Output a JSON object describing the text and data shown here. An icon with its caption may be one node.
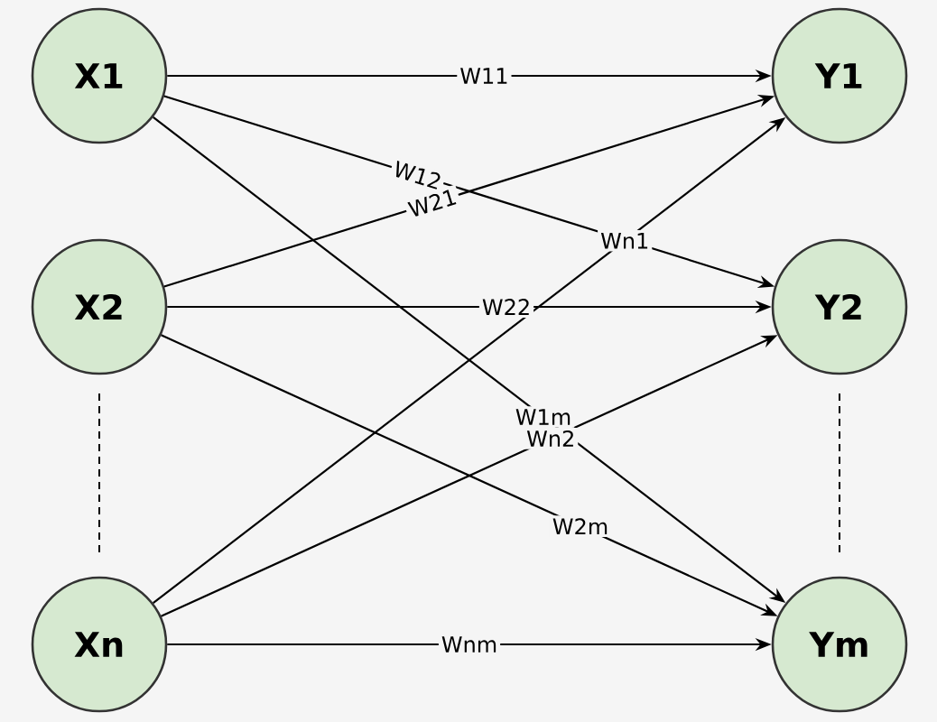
{
  "diagram": {
    "nodes": [
      {
        "text": [
          "X1"
        ]
      },
      {
        "text": [
          "X2"
        ]
      },
      {
        "text": [
          "Xn"
        ]
      },
      {
        "text": [
          "Y1"
        ]
      },
      {
        "text": [
          "Y2"
        ]
      },
      {
        "text": [
          "Ym"
        ]
      }
    ],
    "edges": [
      {
        "from": 0,
        "to": 3,
        "arrow": "to",
        "label": "W11"
      },
      {
        "from": 0,
        "to": 4,
        "arrow": "to",
        "label": "W12"
      },
      {
        "from": 0,
        "to": 5,
        "arrow": "to",
        "label": "W1m"
      },
      {
        "from": 1,
        "to": 3,
        "arrow": "to",
        "label": "W21"
      },
      {
        "from": 1,
        "to": 4,
        "arrow": "to",
        "label": "W22"
      },
      {
        "from": 1,
        "to": 5,
        "arrow": "to",
        "label": "W2m"
      },
      {
        "from": 2,
        "to": 3,
        "arrow": "to",
        "label": "Wn1"
      },
      {
        "from": 2,
        "to": 4,
        "arrow": "to",
        "label": "Wn2"
      },
      {
        "from": 2,
        "to": 5,
        "arrow": "to",
        "label": "Wnm"
      }
    ]
  }
}
